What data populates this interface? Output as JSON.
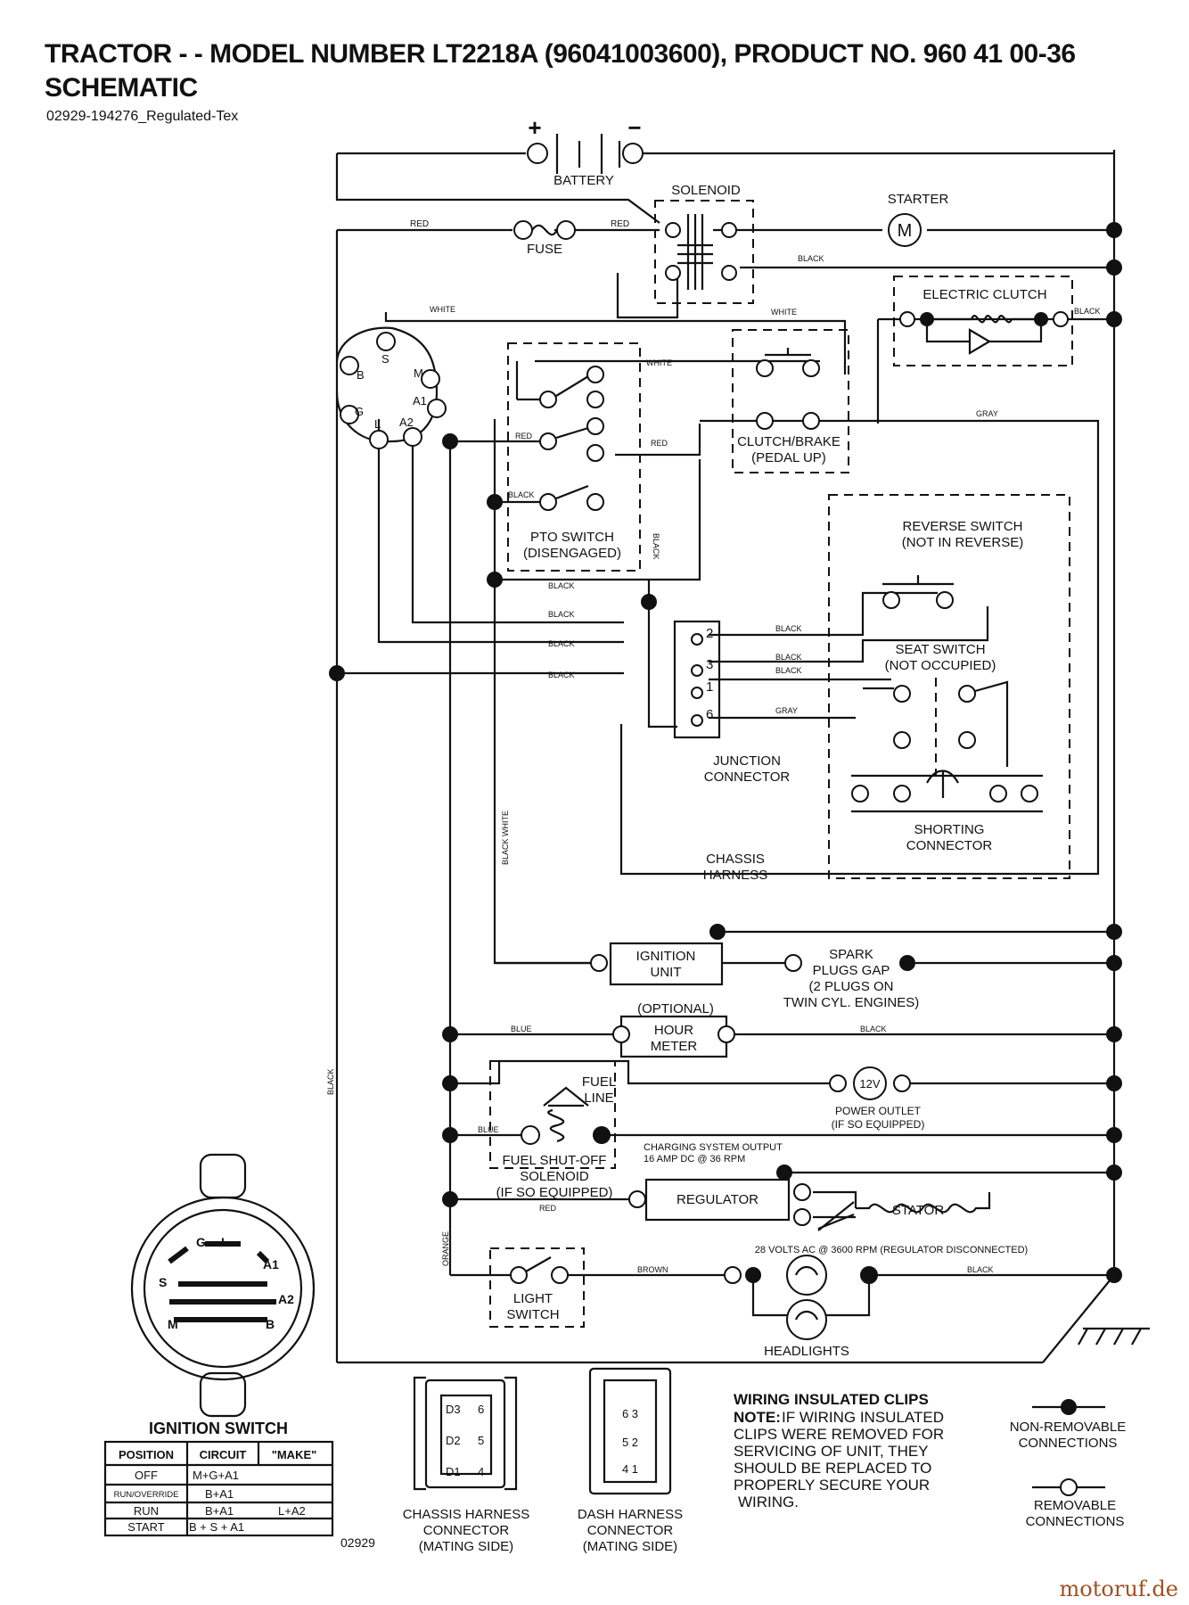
{
  "header": {
    "title": "TRACTOR - - MODEL NUMBER LT2218A (96041003600), PRODUCT NO. 960 41 00-36",
    "subtitle": "SCHEMATIC",
    "doc_id": "02929-194276_Regulated-Tex"
  },
  "components": {
    "battery": "BATTERY",
    "battery_plus": "+",
    "battery_minus": "−",
    "solenoid": "SOLENOID",
    "starter": "STARTER",
    "starter_symbol": "M",
    "fuse": "FUSE",
    "electric_clutch": "ELECTRIC CLUTCH",
    "clutch_brake": [
      "CLUTCH/BRAKE",
      "(PEDAL UP)"
    ],
    "pto_switch": [
      "PTO SWITCH",
      "(DISENGAGED)"
    ],
    "reverse_switch": [
      "REVERSE SWITCH",
      "(NOT IN REVERSE)"
    ],
    "seat_switch": [
      "SEAT SWITCH",
      "(NOT OCCUPIED)"
    ],
    "junction_connector": [
      "JUNCTION",
      "CONNECTOR"
    ],
    "shorting_connector": [
      "SHORTING",
      "CONNECTOR"
    ],
    "chassis_harness": [
      "CHASSIS",
      "HARNESS"
    ],
    "ignition_unit": [
      "IGNITION",
      "UNIT"
    ],
    "spark_plugs": [
      "SPARK",
      "PLUGS GAP",
      "(2 PLUGS ON",
      "TWIN CYL. ENGINES)"
    ],
    "hour_meter": [
      "(OPTIONAL)",
      "HOUR",
      "METER"
    ],
    "fuel_line": [
      "FUEL",
      "LINE"
    ],
    "power_outlet_symbol": "12V",
    "power_outlet": [
      "POWER OUTLET",
      "(IF SO EQUIPPED)"
    ],
    "fuel_shutoff": [
      "FUEL SHUT-OFF",
      "SOLENOID",
      "(IF SO EQUIPPED)"
    ],
    "charging_output": [
      "CHARGING SYSTEM OUTPUT",
      "16 AMP DC @ 36 RPM"
    ],
    "regulator": "REGULATOR",
    "stator": "STATOR",
    "stator_ac": "28 VOLTS AC @ 3600 RPM (REGULATOR DISCONNECTED)",
    "light_switch": [
      "LIGHT",
      "SWITCH"
    ],
    "headlights": "HEADLIGHTS",
    "junction_pins": [
      "2",
      "3",
      "1",
      "6"
    ]
  },
  "wires": {
    "red": "RED",
    "black": "BLACK",
    "white": "WHITE",
    "gray": "GRAY",
    "blue": "BLUE",
    "orange": "ORANGE",
    "brown": "BROWN",
    "black_white": "BLACK WHITE"
  },
  "ignition_switch_terminals": [
    "B",
    "S",
    "M",
    "A1",
    "G",
    "L",
    "A2"
  ],
  "ignition_switch": {
    "title": "IGNITION SWITCH",
    "face_labels": [
      "G",
      "L",
      "A1",
      "S",
      "A2",
      "M",
      "B"
    ],
    "table_headers": [
      "POSITION",
      "CIRCUIT",
      "\"MAKE\""
    ],
    "table_rows": [
      [
        "OFF",
        "M+G+A1",
        ""
      ],
      [
        "RUN/OVERRIDE",
        "B+A1",
        ""
      ],
      [
        "RUN",
        "B+A1",
        "L+A2"
      ],
      [
        "START",
        "B + S + A1",
        ""
      ]
    ]
  },
  "connectors": {
    "chassis_pins_left": [
      "D3",
      "D2",
      "D1"
    ],
    "chassis_pins_right": [
      "6",
      "5",
      "4"
    ],
    "chassis_label": [
      "CHASSIS HARNESS",
      "CONNECTOR",
      "(MATING SIDE)"
    ],
    "dash_pins": [
      "6 3",
      "5 2",
      "4 1"
    ],
    "dash_label": [
      "DASH HARNESS",
      "CONNECTOR",
      "(MATING SIDE)"
    ]
  },
  "notes": {
    "clips_title": "WIRING INSULATED CLIPS",
    "clips_note_lead": "NOTE:",
    "clips_note": [
      "IF WIRING INSULATED",
      "CLIPS WERE REMOVED FOR",
      "SERVICING OF UNIT, THEY",
      "SHOULD BE REPLACED TO",
      "PROPERLY SECURE YOUR",
      "WIRING."
    ],
    "non_removable": [
      "NON-REMOVABLE",
      "CONNECTIONS"
    ],
    "removable": [
      "REMOVABLE",
      "CONNECTIONS"
    ],
    "figure_id": "02929"
  },
  "watermark": "motoruf.de"
}
